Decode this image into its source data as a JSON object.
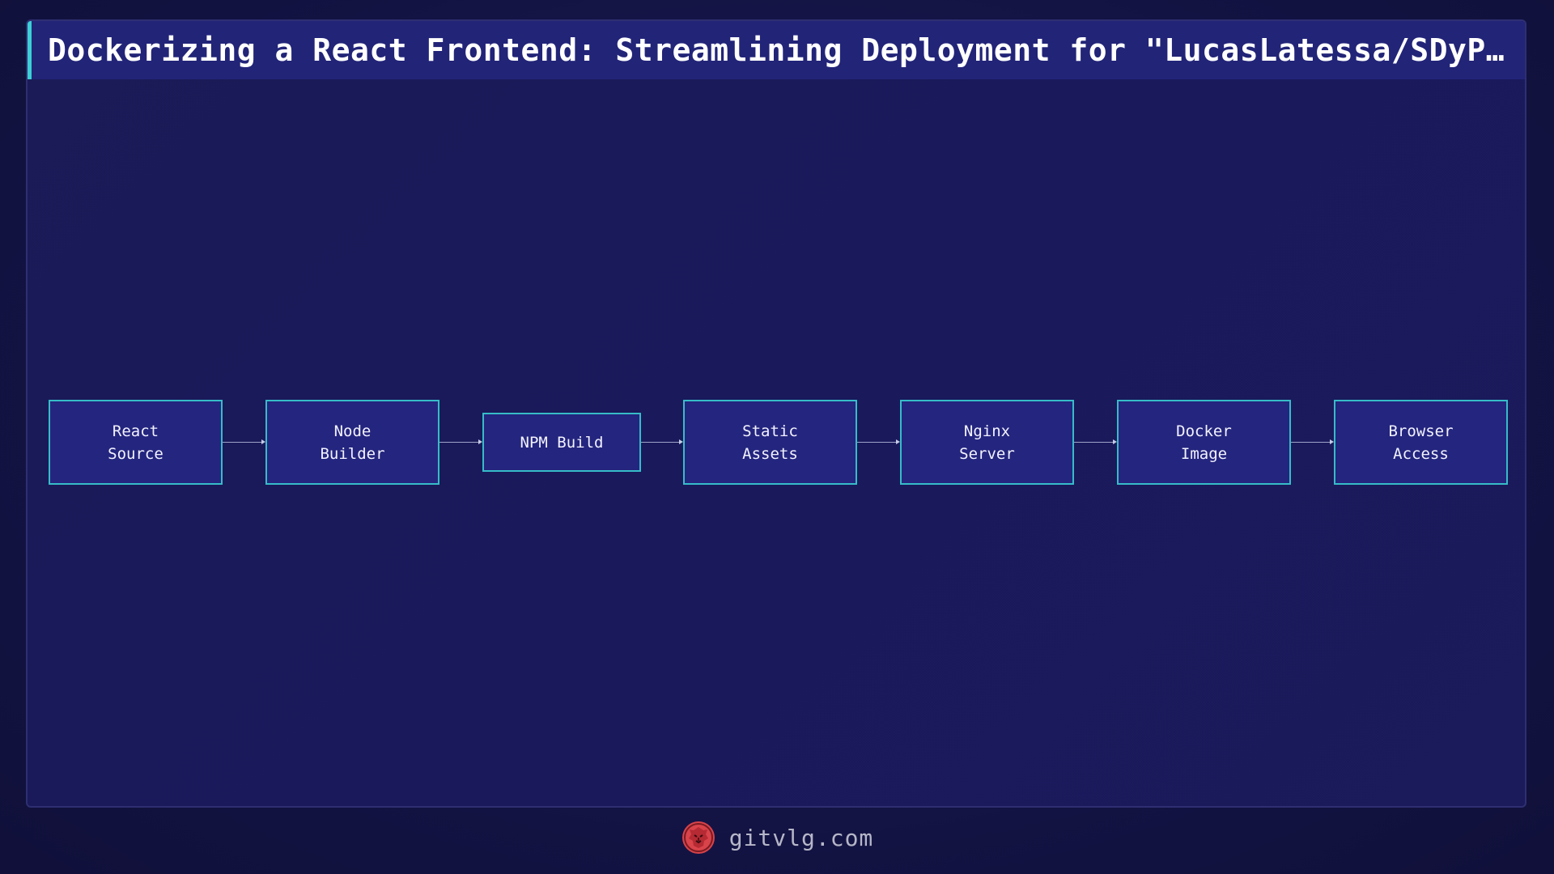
{
  "title": "Dockerizing a React Frontend: Streamlining Deployment for \"LucasLatessa/SDyPP-G…",
  "diagram": {
    "nodes": [
      {
        "id": "react-source",
        "label": "React\nSource"
      },
      {
        "id": "node-builder",
        "label": "Node\nBuilder"
      },
      {
        "id": "npm-build",
        "label": "NPM Build"
      },
      {
        "id": "static-assets",
        "label": "Static\nAssets"
      },
      {
        "id": "nginx-server",
        "label": "Nginx\nServer"
      },
      {
        "id": "docker-image",
        "label": "Docker\nImage"
      },
      {
        "id": "browser-access",
        "label": "Browser\nAccess"
      }
    ],
    "edges": [
      {
        "from": "react-source",
        "to": "node-builder"
      },
      {
        "from": "node-builder",
        "to": "npm-build"
      },
      {
        "from": "npm-build",
        "to": "static-assets"
      },
      {
        "from": "static-assets",
        "to": "nginx-server"
      },
      {
        "from": "nginx-server",
        "to": "docker-image"
      },
      {
        "from": "docker-image",
        "to": "browser-access"
      }
    ]
  },
  "footer": {
    "site": "gitvlg.com",
    "logo_icon": "lion-head-icon"
  },
  "colors": {
    "background": "#141446",
    "title_bar": "#222478",
    "title_accent": "#3ccfd6",
    "node_fill": "#24257e",
    "node_border": "#36bcc8",
    "edge": "#9fa3c8",
    "logo": "#d9434a"
  }
}
